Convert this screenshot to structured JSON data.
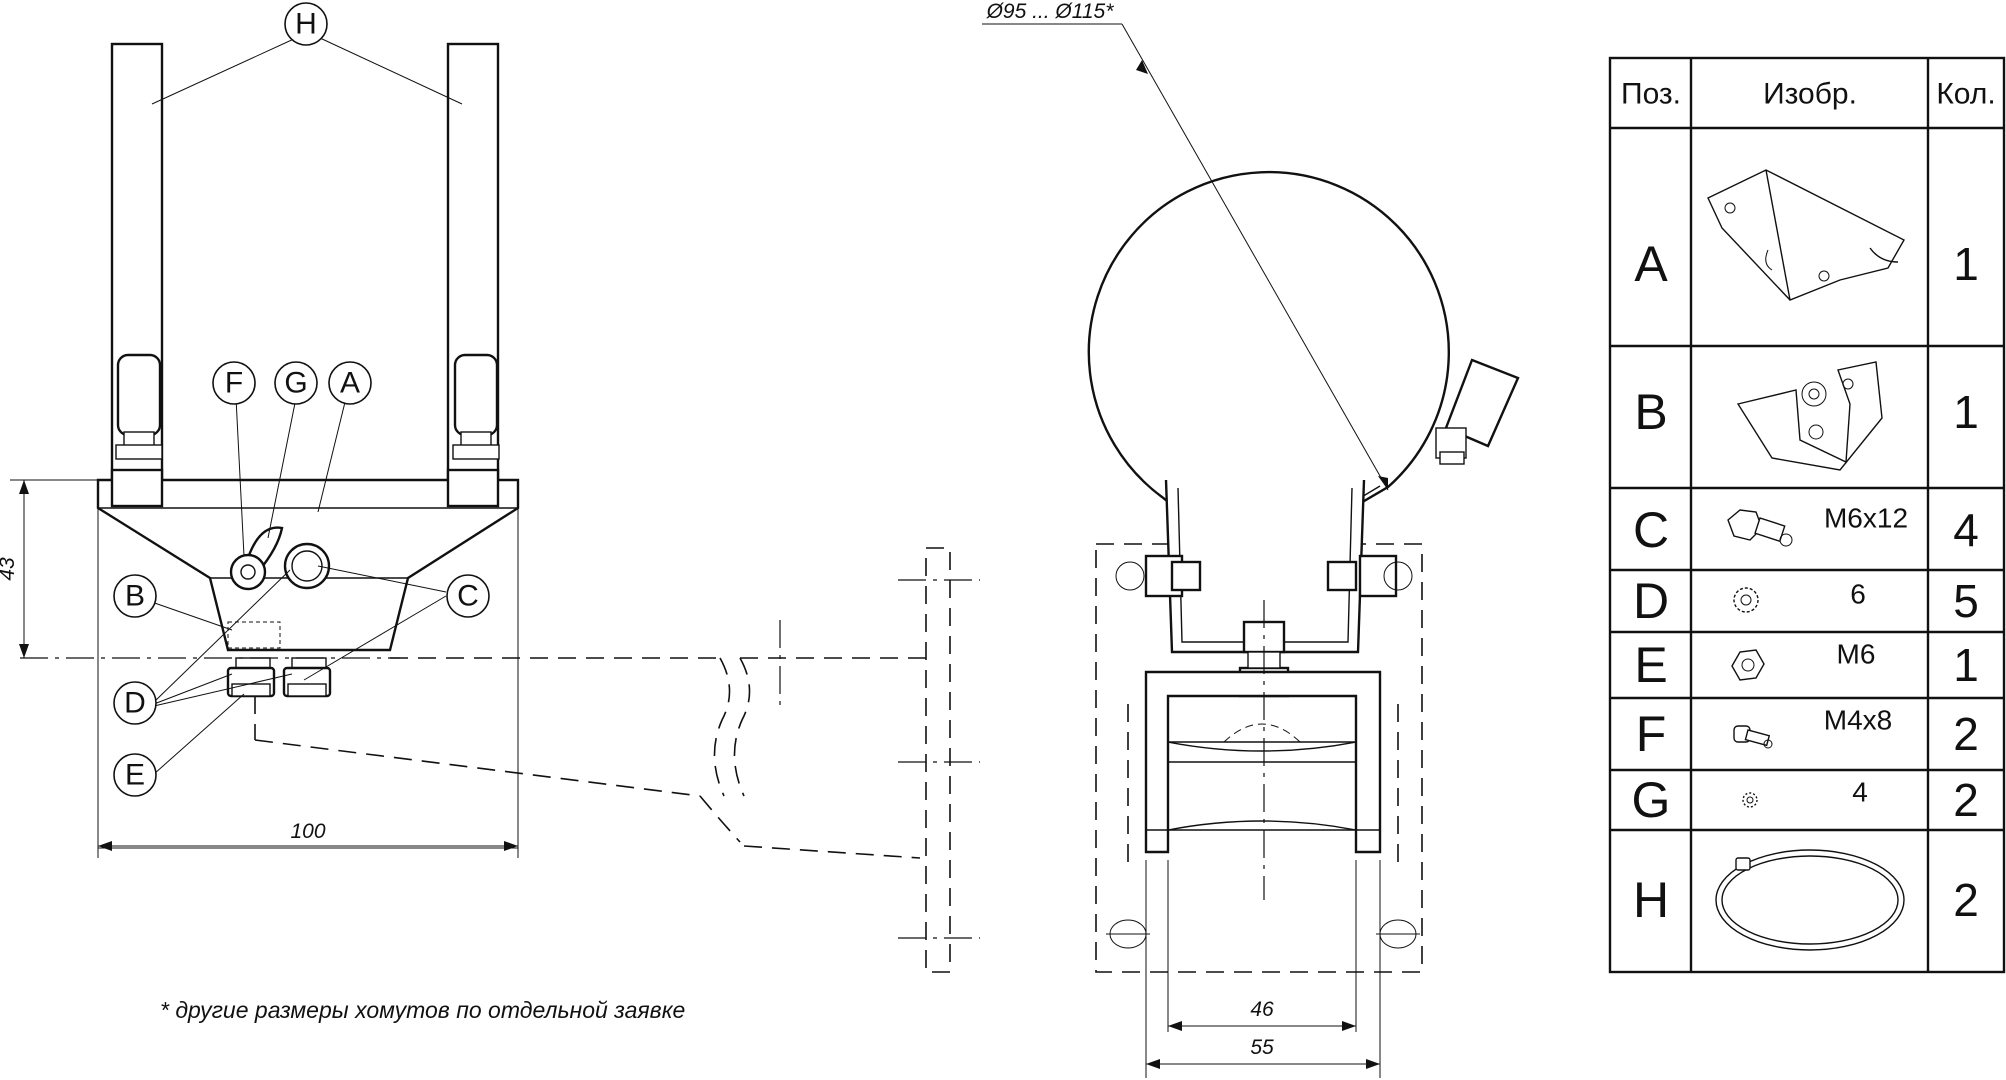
{
  "dimensions": {
    "height_43": "43",
    "width_100": "100",
    "diameter": "Ø95 ... Ø115*",
    "width_46": "46",
    "width_55": "55"
  },
  "note": "* другие размеры хомутов по отдельной заявке",
  "callouts": {
    "H": "H",
    "F": "F",
    "G": "G",
    "A": "A",
    "B": "B",
    "C": "C",
    "D": "D",
    "E": "E"
  },
  "parts_table": {
    "headers": {
      "pos": "Поз.",
      "image": "Изобр.",
      "qty": "Кол."
    },
    "rows": [
      {
        "pos": "A",
        "size": "",
        "qty": "1",
        "icon": "bracket-plate-icon"
      },
      {
        "pos": "B",
        "size": "",
        "qty": "1",
        "icon": "u-bracket-icon"
      },
      {
        "pos": "C",
        "size": "M6x12",
        "qty": "4",
        "icon": "hex-bolt-icon"
      },
      {
        "pos": "D",
        "size": "6",
        "qty": "5",
        "icon": "serrated-washer-icon"
      },
      {
        "pos": "E",
        "size": "M6",
        "qty": "1",
        "icon": "hex-nut-icon"
      },
      {
        "pos": "F",
        "size": "M4x8",
        "qty": "2",
        "icon": "socket-screw-icon"
      },
      {
        "pos": "G",
        "size": "4",
        "qty": "2",
        "icon": "small-washer-icon"
      },
      {
        "pos": "H",
        "size": "",
        "qty": "2",
        "icon": "hose-clamp-icon"
      }
    ]
  }
}
